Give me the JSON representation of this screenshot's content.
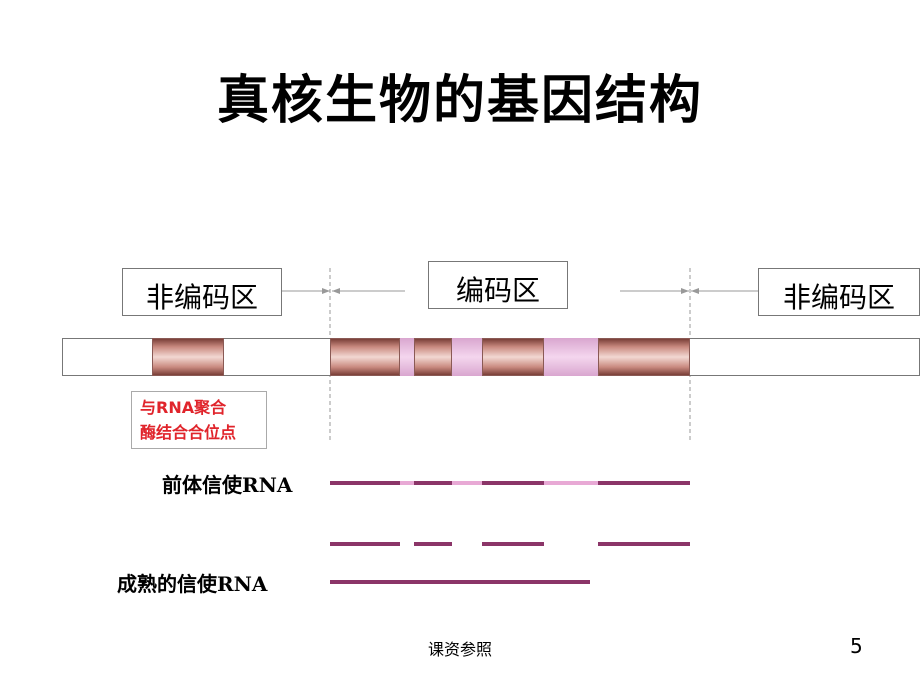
{
  "title": "真核生物的基因结构",
  "regions": {
    "left_noncoding": "非编码区",
    "coding": "编码区",
    "right_noncoding": "非编码区"
  },
  "promoter_label": [
    "与RNA聚合",
    "酶结合合位点"
  ],
  "rna_labels": {
    "precursor_mrna": "前体信使RNA",
    "mature_mrna": "成熟的信使RNA"
  },
  "footer": {
    "caption": "课资参照",
    "page_number": "5"
  },
  "colors": {
    "exon": "#c98a80",
    "intron": "#f4d6ee",
    "mrna_line": "#8b3568",
    "promoter_text": "#e0242b"
  }
}
